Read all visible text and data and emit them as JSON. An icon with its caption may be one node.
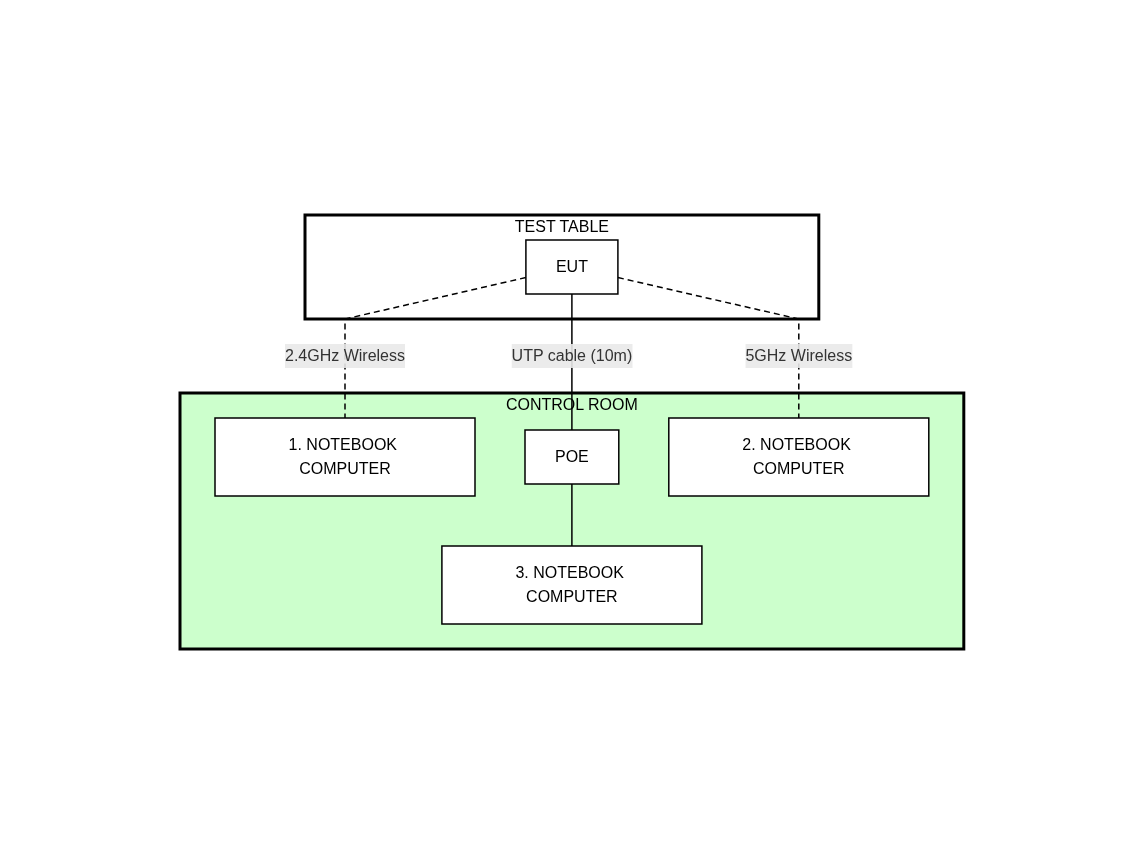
{
  "diagram": {
    "nodes": [
      {
        "text": [
          "TEST TABLE"
        ]
      },
      {
        "text": [
          "EUT"
        ],
        "in": 0
      },
      {
        "text": [
          "CONTROL ROOM"
        ]
      },
      {
        "text": [
          "1. NOTEBOOK COMPUTER"
        ],
        "in": 2
      },
      {
        "text": [
          "POE"
        ],
        "in": 2
      },
      {
        "text": [
          "2. NOTEBOOK COMPUTER"
        ],
        "in": 2
      },
      {
        "text": [
          "3. NOTEBOOK COMPUTER"
        ],
        "in": 2
      }
    ],
    "edges": [
      {
        "from": 1,
        "to": 3,
        "arrow": "none",
        "style": "dashed",
        "label": "2.4GHz Wireless"
      },
      {
        "from": 1,
        "to": 4,
        "arrow": "none",
        "label": "UTP cable (10m)"
      },
      {
        "from": 1,
        "to": 5,
        "arrow": "none",
        "style": "dashed",
        "label": "5GHz Wireless"
      },
      {
        "from": 4,
        "to": 6,
        "arrow": "none"
      }
    ]
  }
}
